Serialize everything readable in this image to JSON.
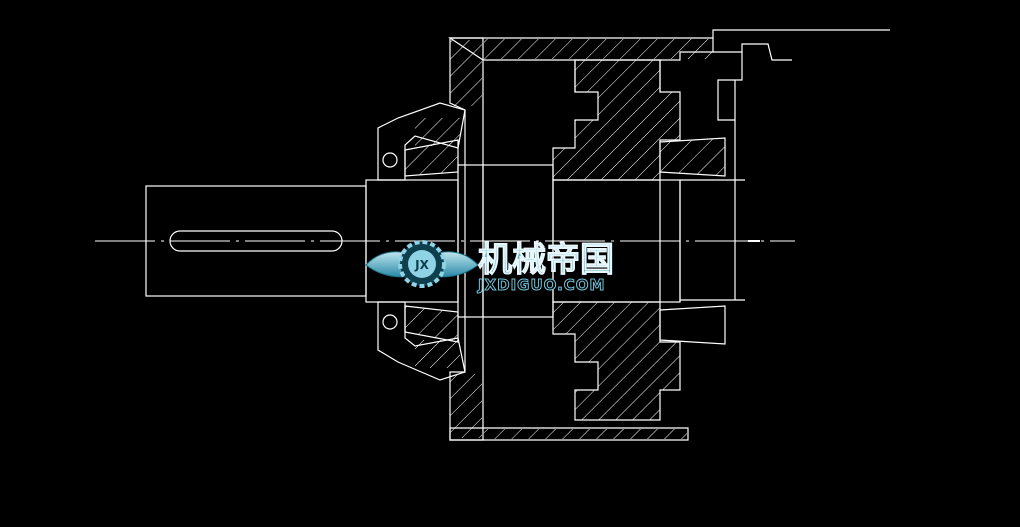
{
  "drawing": {
    "background": "#000000",
    "line_color": "#ffffff"
  },
  "watermark": {
    "title_cn": "机械帝国",
    "subtitle": "JXDIGUO.COM",
    "badge": "JX",
    "color_primary": "#6fc1d6",
    "color_dark": "#1d6f86"
  }
}
